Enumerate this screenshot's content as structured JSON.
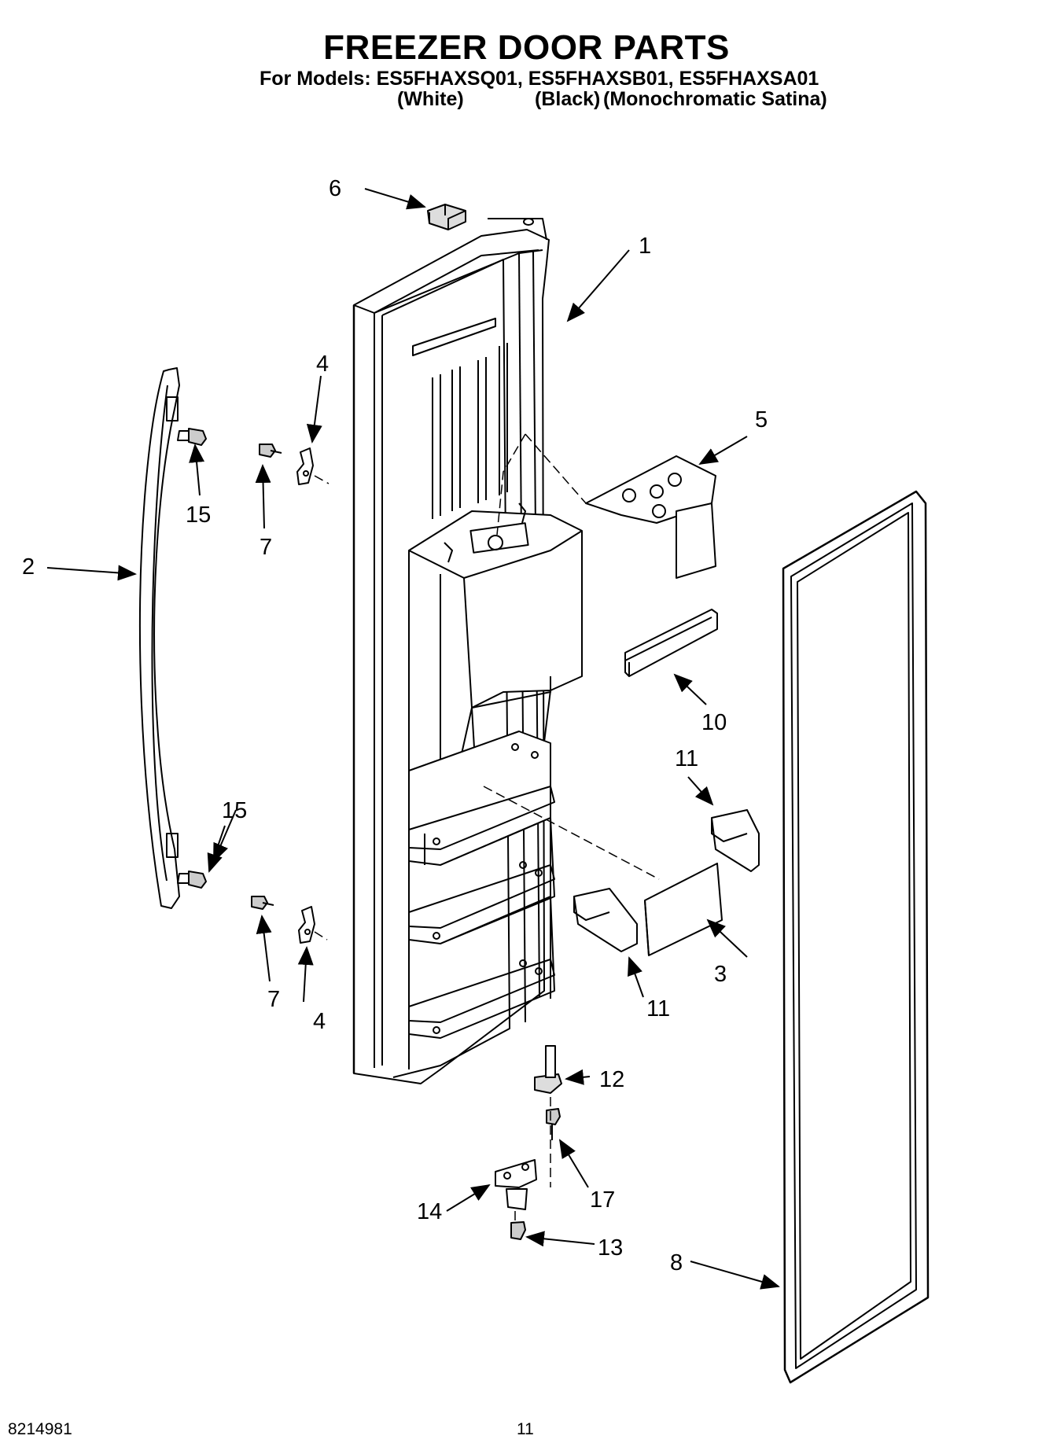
{
  "header": {
    "title": "FREEZER DOOR PARTS",
    "models_line": "For Models: ES5FHAXSQ01, ES5FHAXSB01, ES5FHAXSA01",
    "variant_white": "(White)",
    "variant_black": "(Black)",
    "variant_satina": "(Monochromatic Satina)"
  },
  "callouts": {
    "c1": "1",
    "c2": "2",
    "c3": "3",
    "c4a": "4",
    "c4b": "4",
    "c5": "5",
    "c6": "6",
    "c7a": "7",
    "c7b": "7",
    "c8": "8",
    "c10": "10",
    "c11a": "11",
    "c11b": "11",
    "c12": "12",
    "c13": "13",
    "c14": "14",
    "c15a": "15",
    "c15b": "15",
    "c17": "17"
  },
  "footer": {
    "doc_number": "8214981",
    "page_number": "11"
  }
}
